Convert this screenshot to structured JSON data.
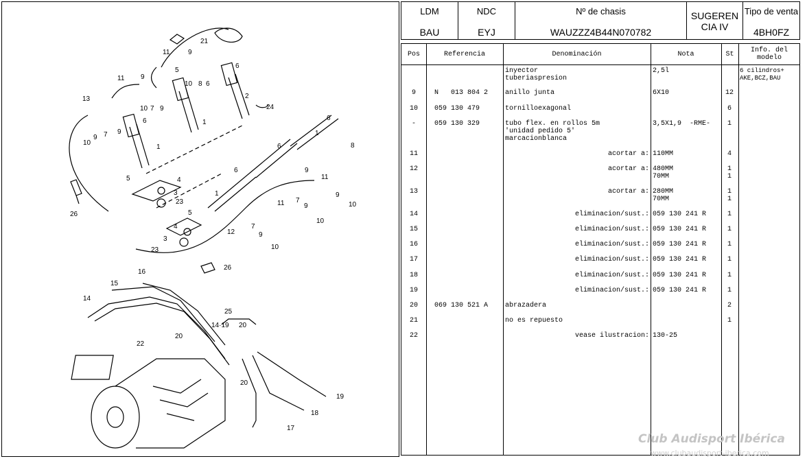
{
  "header": {
    "ldm": {
      "label": "LDM",
      "value": "BAU"
    },
    "ndc": {
      "label": "NDC",
      "value": "EYJ"
    },
    "chasis": {
      "label": "Nº de chasis",
      "value": "WAUZZZ4B44N070782"
    },
    "sugerencia": "SUGERENCIA IV",
    "sugerencia_l1": "SUGEREN",
    "sugerencia_l2": "CIA IV",
    "tipo": {
      "label": "Tipo de venta",
      "value": "4BH0FZ"
    }
  },
  "table": {
    "columns": {
      "pos": "Pos",
      "ref": "Referencia",
      "den": "Denominación",
      "nota": "Nota",
      "st": "St",
      "info": "Info. del modelo"
    },
    "rows": [
      {
        "pos": "",
        "ref": "",
        "den": "inyector\ntuberiaspresion",
        "nota": "2,5l",
        "st": "",
        "info": "6 cilindros+\nAKE,BCZ,BAU",
        "align": "left"
      },
      {
        "pos": "9",
        "ref": "N   013 804 2",
        "den": "anillo junta",
        "nota": "6X10",
        "st": "12",
        "info": "",
        "align": "left"
      },
      {
        "pos": "10",
        "ref": "059 130 479",
        "den": "tornilloexagonal",
        "nota": "",
        "st": "6",
        "info": "",
        "align": "left"
      },
      {
        "pos": "-",
        "ref": "059 130 329",
        "den": "tubo flex. en rollos 5m\n'unidad pedido 5'\nmarcacionblanca",
        "nota": "3,5X1,9  -RME-",
        "st": "1",
        "info": "",
        "align": "left"
      },
      {
        "pos": "11",
        "ref": "",
        "den": "acortar a:",
        "nota": "110MM",
        "st": "4",
        "info": "",
        "align": "right"
      },
      {
        "pos": "12",
        "ref": "",
        "den": "acortar a:",
        "nota": "480MM\n70MM",
        "st": "1\n1",
        "info": "",
        "align": "right"
      },
      {
        "pos": "13",
        "ref": "",
        "den": "acortar a:",
        "nota": "280MM\n70MM",
        "st": "1\n1",
        "info": "",
        "align": "right"
      },
      {
        "pos": "14",
        "ref": "",
        "den": "eliminacion/sust.:",
        "nota": "059 130 241 R",
        "st": "1",
        "info": "",
        "align": "right"
      },
      {
        "pos": "15",
        "ref": "",
        "den": "eliminacion/sust.:",
        "nota": "059 130 241 R",
        "st": "1",
        "info": "",
        "align": "right"
      },
      {
        "pos": "16",
        "ref": "",
        "den": "eliminacion/sust.:",
        "nota": "059 130 241 R",
        "st": "1",
        "info": "",
        "align": "right"
      },
      {
        "pos": "17",
        "ref": "",
        "den": "eliminacion/sust.:",
        "nota": "059 130 241 R",
        "st": "1",
        "info": "",
        "align": "right"
      },
      {
        "pos": "18",
        "ref": "",
        "den": "eliminacion/sust.:",
        "nota": "059 130 241 R",
        "st": "1",
        "info": "",
        "align": "right"
      },
      {
        "pos": "19",
        "ref": "",
        "den": "eliminacion/sust.:",
        "nota": "059 130 241 R",
        "st": "1",
        "info": "",
        "align": "right"
      },
      {
        "pos": "20",
        "ref": "069 130 521 A",
        "den": "abrazadera",
        "nota": "",
        "st": "2",
        "info": "",
        "align": "left"
      },
      {
        "pos": "21",
        "ref": "",
        "den": "no es repuesto",
        "nota": "",
        "st": "1",
        "info": "",
        "align": "left"
      },
      {
        "pos": "22",
        "ref": "",
        "den": "vease ilustracion:",
        "nota": "130-25",
        "st": "",
        "info": "",
        "align": "right"
      }
    ]
  },
  "diagram": {
    "callouts": [
      "21",
      "11",
      "9",
      "10",
      "8",
      "6",
      "5",
      "2",
      "24",
      "11",
      "9",
      "10",
      "7",
      "9",
      "6",
      "13",
      "9",
      "7",
      "10",
      "9",
      "6",
      "1",
      "1",
      "1",
      "6",
      "8",
      "6",
      "1",
      "9",
      "11",
      "7",
      "9",
      "10",
      "5",
      "4",
      "3",
      "23",
      "26",
      "5",
      "4",
      "3",
      "23",
      "12",
      "7",
      "9",
      "10",
      "26",
      "1",
      "9",
      "10",
      "16",
      "15",
      "14",
      "20",
      "25",
      "14·19",
      "20",
      "22",
      "20",
      "19",
      "18",
      "17"
    ]
  },
  "watermark": "Club Audisport Ibérica",
  "watermark_url": "www.clubaudisport-iberica.com"
}
